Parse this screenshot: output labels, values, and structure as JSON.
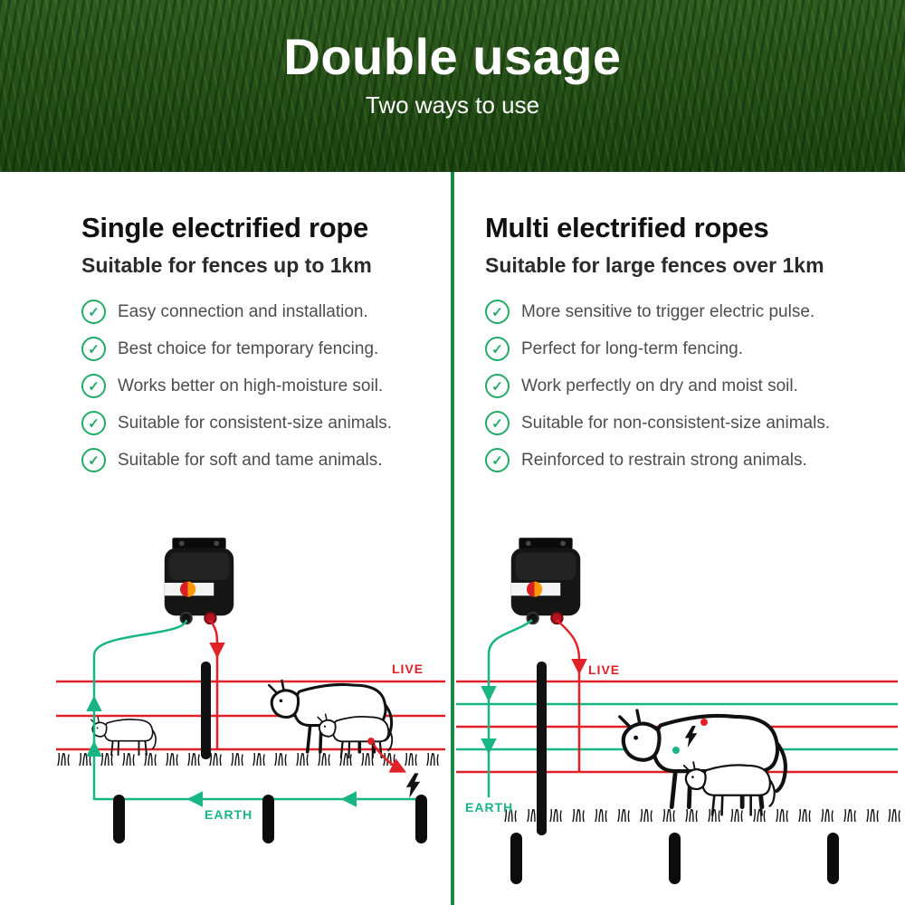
{
  "banner": {
    "title": "Double usage",
    "subtitle": "Two ways to use"
  },
  "icons": {
    "check": "✓"
  },
  "left": {
    "heading": "Single electrified rope",
    "subheading": "Suitable for fences up to 1km",
    "items": [
      "Easy connection and installation.",
      "Best choice for temporary fencing.",
      "Works better on high-moisture soil.",
      "Suitable for consistent-size animals.",
      "Suitable for soft and tame animals."
    ],
    "diagram": {
      "live_label": "LIVE",
      "earth_label": "EARTH"
    }
  },
  "right": {
    "heading": "Multi electrified ropes",
    "subheading": "Suitable for large fences over 1km",
    "items": [
      "More sensitive to trigger electric pulse.",
      "Perfect for long-term fencing.",
      "Work perfectly on dry and moist soil.",
      "Suitable for non-consistent-size animals.",
      "Reinforced to restrain strong animals."
    ],
    "diagram": {
      "live_label": "LIVE",
      "earth_label": "EARTH"
    }
  },
  "colors": {
    "live_red": "#e02128",
    "earth_green": "#19b583",
    "check_green": "#22ab67",
    "divider_green": "#1b8748",
    "banner_green": "#24511a"
  }
}
